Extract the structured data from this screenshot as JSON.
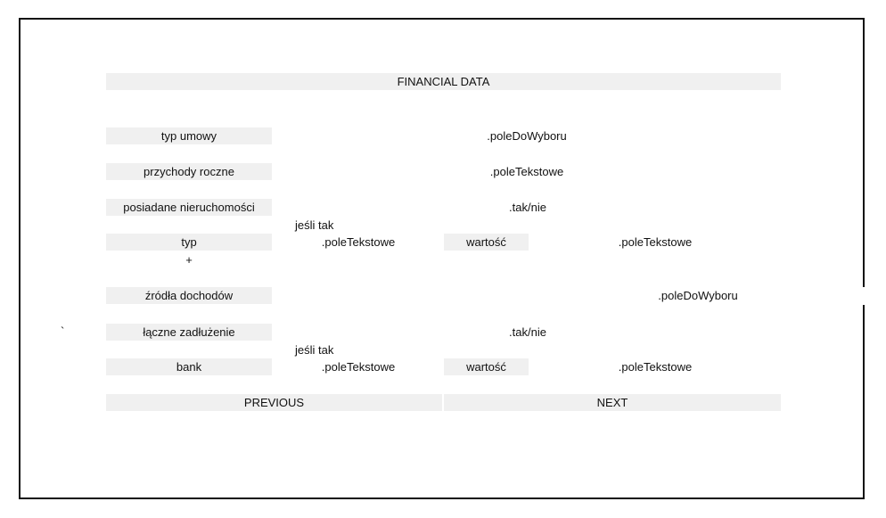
{
  "header": {
    "title": "FINANCIAL DATA"
  },
  "rows": {
    "contract_type": {
      "label": "typ umowy",
      "field": ".poleDoWyboru"
    },
    "annual_income": {
      "label": "przychody roczne",
      "field": ".poleTekstowe"
    },
    "real_estate": {
      "label": "posiadane nieruchomości",
      "field": ".tak/nie"
    },
    "real_estate_detail": {
      "condition": "jeśli tak",
      "type_label": "typ",
      "type_field": ".poleTekstowe",
      "value_label": "wartość",
      "value_field": ".poleTekstowe",
      "add_symbol": "+"
    },
    "income_sources": {
      "label": "źródła dochodów",
      "field": ".poleDoWyboru"
    },
    "total_debt": {
      "label": "łączne zadłużenie",
      "field": ".tak/nie"
    },
    "debt_detail": {
      "condition": "jeśli tak",
      "bank_label": "bank",
      "bank_field": ".poleTekstowe",
      "value_label": "wartość",
      "value_field": ".poleTekstowe"
    }
  },
  "stray_mark": "`",
  "nav": {
    "previous": "PREVIOUS",
    "next": "NEXT"
  }
}
